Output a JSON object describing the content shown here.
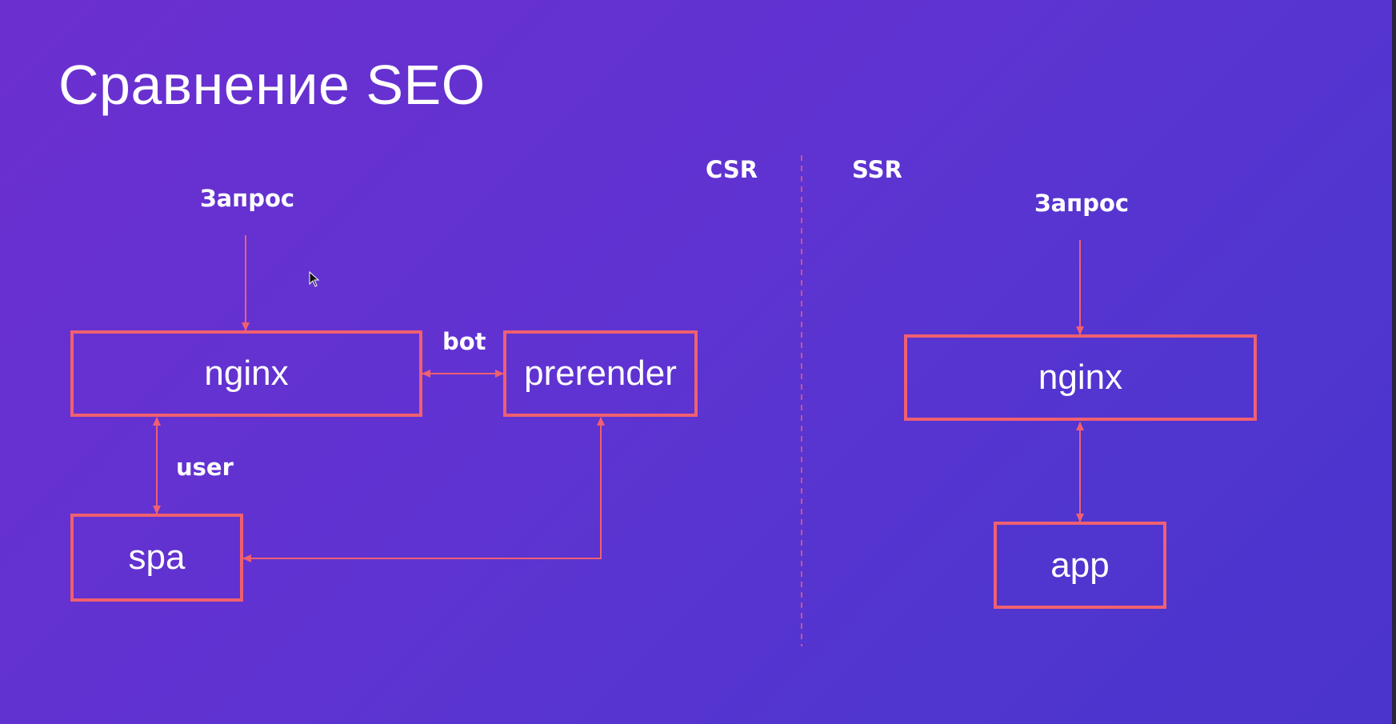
{
  "slide": {
    "title": "Сравнение SEO"
  },
  "csr": {
    "heading": "CSR",
    "request_label": "Запрос",
    "nodes": {
      "nginx": "nginx",
      "prerender": "prerender",
      "spa": "spa"
    },
    "edge_labels": {
      "bot": "bot",
      "user": "user"
    }
  },
  "ssr": {
    "heading": "SSR",
    "request_label": "Запрос",
    "nodes": {
      "nginx": "nginx",
      "app": "app"
    }
  },
  "colors": {
    "accent": "#f06070",
    "background_start": "#6c2fcf",
    "background_end": "#4a34cc",
    "text": "#ffffff"
  }
}
